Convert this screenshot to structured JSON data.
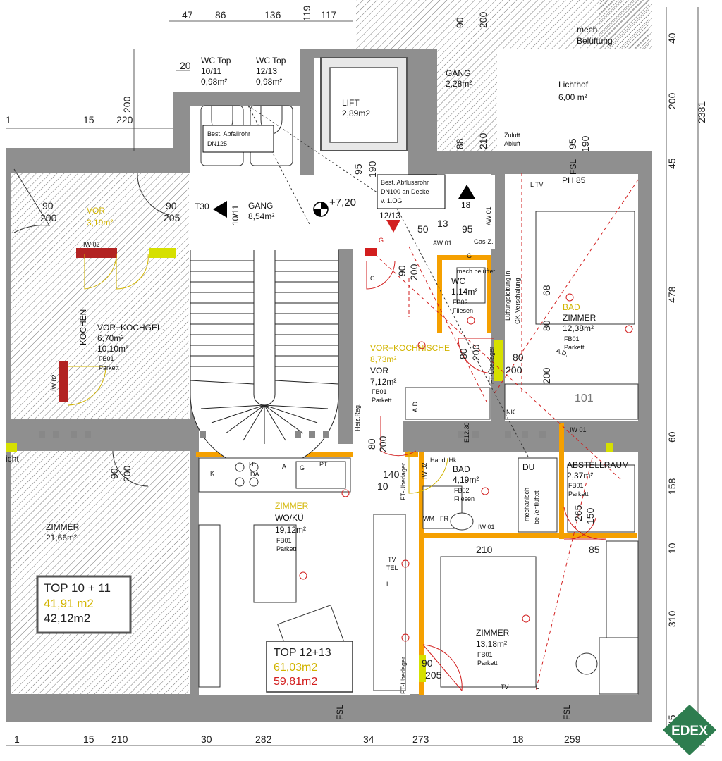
{
  "colors": {
    "wall": "#8a8a8a",
    "wall_light": "#bdbdbd",
    "hatch": "#666666",
    "yellow": "#d2b400",
    "red": "#d21e1e",
    "orange": "#f5a000",
    "green": "#2e7d4f",
    "lime": "#d6e000"
  },
  "dimensions": {
    "top": [
      "47",
      "86",
      "136",
      "119",
      "117",
      "90",
      "200"
    ],
    "top_left": [
      "20",
      "200",
      "15",
      "220",
      "1"
    ],
    "right": [
      "40",
      "200",
      "2381",
      "45",
      "478",
      "60",
      "158",
      "10",
      "310",
      "45"
    ],
    "bottom": [
      "1",
      "15",
      "210",
      "30",
      "282",
      "34",
      "273",
      "18",
      "259"
    ],
    "misc": [
      "90",
      "200",
      "50",
      "13",
      "95",
      "90",
      "200",
      "80",
      "200",
      "80",
      "200",
      "80",
      "200",
      "140",
      "10",
      "68",
      "80",
      "200",
      "88",
      "210",
      "265",
      "150",
      "210",
      "85",
      "90",
      "205",
      "90",
      "205",
      "90",
      "200",
      "95",
      "190"
    ]
  },
  "rooms": {
    "wc_top_10_11": {
      "name": "WC Top",
      "num": "10/11",
      "area": "0,98m²"
    },
    "wc_top_12_13": {
      "name": "WC Top",
      "num": "12/13",
      "area": "0,98m²"
    },
    "lift": {
      "name": "LIFT",
      "area": "2,89m2"
    },
    "gang_upper": {
      "name": "GANG",
      "area": "2,28m²"
    },
    "lichthof": {
      "name": "Lichthof",
      "area": "6,00 m²"
    },
    "mech": {
      "line1": "mech.",
      "line2": "Belüftung"
    },
    "gang_main": {
      "name": "GANG",
      "area": "8,54m²"
    },
    "vor_left": {
      "name": "VOR",
      "area": "3,19m²"
    },
    "kochen": {
      "name": "KOCHEN"
    },
    "vor_kochgel": {
      "name": "VOR+KOCHGEL.",
      "area_new": "6,70m²",
      "area_old": "10,10m²",
      "fb": "FB01",
      "floor": "Parkett"
    },
    "zimmer_left": {
      "name": "ZIMMER",
      "area": "21,66m²"
    },
    "vor_kochnische": {
      "name": "VOR+KOCHNISCHE",
      "area_new": "8,73m²",
      "name2": "VOR",
      "area_old": "7,12m²",
      "fb": "FB01",
      "floor": "Parkett"
    },
    "wc": {
      "name": "WC",
      "area": "1,14m²",
      "fb": "FB02",
      "floor": "Fliesen",
      "note": "mech.belüftet"
    },
    "bad_right": {
      "name_new": "BAD",
      "name": "ZIMMER",
      "area": "12,38m²",
      "fb": "FB01",
      "floor": "Parkett"
    },
    "wo_kue": {
      "name_new": "ZIMMER",
      "name": "WO/KÜ",
      "area": "19,12m²",
      "fb": "FB01",
      "floor": "Parkett"
    },
    "bad": {
      "name": "BAD",
      "area": "4,19m²",
      "fb": "FB02",
      "floor": "Fliesen"
    },
    "du": {
      "name": "DU",
      "note1": "mechanisch",
      "note2": "be-/entlüftet"
    },
    "abstellraum": {
      "name": "ABSTELLRAUM",
      "area": "2,37m²",
      "fb": "FB01",
      "floor": "Parkett"
    },
    "zimmer_br": {
      "name": "ZIMMER",
      "area": "13,18m²",
      "fb": "FB01",
      "floor": "Parkett"
    }
  },
  "labels": {
    "abfallrohr_1": "Best. Abfallrohr",
    "abfallrohr_2": "DN125",
    "abflussrohr_1": "Best. Abflussrohr",
    "abflussrohr_2": "DN100 an Decke",
    "abflussrohr_3": "v. 1.OG",
    "t30": "T30",
    "door_10_11": "10/11",
    "door_12_13": "12/13",
    "level": "+7,20",
    "stair_num": "18",
    "zuluft": "Zuluft",
    "abluft": "Abluft",
    "fsl": "FSL",
    "ph": "PH 85",
    "aw01": "AW 01",
    "gas": "Gas-Z.",
    "lueftung_1": "Lüftungsleitung in",
    "lueftung_2": "GK-Verschalung",
    "e12": "E12.30",
    "ft_ueberlager": "FT-Überlager",
    "heiz": "Heiz.Reg.",
    "handt": "Handt.Hk.",
    "iw01": "IW 01",
    "iw02": "IW 02",
    "wm": "WM",
    "fr": "FR",
    "tv": "TV",
    "tel": "TEL",
    "l": "L",
    "k": "K",
    "h": "H",
    "da": "DA",
    "g": "G",
    "pt": "PT",
    "a": "A",
    "licht": "icht",
    "nk": "NK",
    "num101": "101",
    "lv": "L TV",
    "ad": "A.D.",
    "c_mark": "C"
  },
  "tops": {
    "top_10_11": {
      "title": "TOP 10 + 11",
      "area_new": "41,91 m2",
      "area_old": "42,12m2"
    },
    "top_12_13": {
      "title": "TOP 12+13",
      "area_new": "61,03m2",
      "area_old": "59,81m2"
    }
  },
  "logo": {
    "text": "EDEX"
  }
}
